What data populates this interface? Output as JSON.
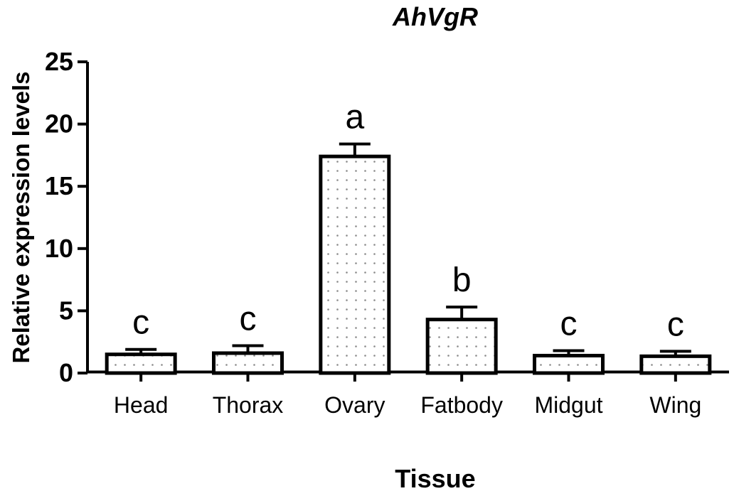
{
  "chart_data": {
    "type": "bar",
    "title": "AhVgR",
    "xlabel": "Tissue",
    "ylabel": "Relative expression levels",
    "categories": [
      "Head",
      "Thorax",
      "Ovary",
      "Fatbody",
      "Midgut",
      "Wing"
    ],
    "values": [
      1.5,
      1.6,
      17.4,
      4.3,
      1.4,
      1.35
    ],
    "errors": [
      0.4,
      0.6,
      1.0,
      1.0,
      0.4,
      0.4
    ],
    "significance": [
      "c",
      "c",
      "a",
      "b",
      "c",
      "c"
    ],
    "ylim": [
      0,
      25
    ],
    "yticks": [
      "0",
      "5",
      "10",
      "15",
      "20",
      "25"
    ],
    "grid": false,
    "bar_fill": "#ffffff",
    "bar_stroke": "#000000",
    "dot_color": "#8a8a8a"
  }
}
